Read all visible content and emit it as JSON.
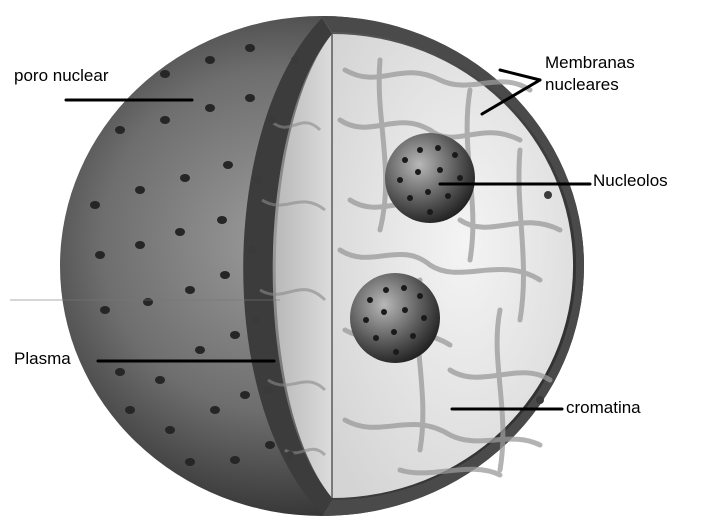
{
  "labels": {
    "poro_nuclear": "poro nuclear",
    "membranas_line1": "Membranas",
    "membranas_line2": "nucleares",
    "nucleolos": "Nucleolos",
    "plasma": "Plasma",
    "cromatina": "cromatina"
  },
  "colors": {
    "outer_surface_light": "#8c8c8c",
    "outer_surface_dark": "#2e2e2e",
    "membrane_band": "#4a4a4a",
    "interior": "#e9e9e9",
    "chromatin": "#9a9a9a",
    "label_line": "#000000"
  }
}
